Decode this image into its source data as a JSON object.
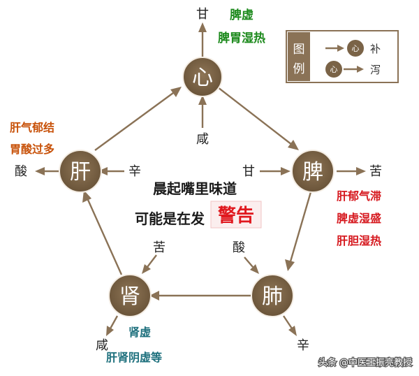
{
  "organs": {
    "heart": "心",
    "spleen": "脾",
    "lung": "肺",
    "kidney": "肾",
    "liver": "肝"
  },
  "flavors": {
    "heart_out": "甘",
    "heart_in": "咸",
    "spleen_in": "甘",
    "spleen_out": "苦",
    "lung_in": "酸",
    "lung_out": "辛",
    "kidney_in": "苦",
    "kidney_out": "咸",
    "liver_in": "辛",
    "liver_out": "酸"
  },
  "notes": {
    "heart": [
      "脾虚",
      "脾胃湿热"
    ],
    "liver": [
      "肝气郁结",
      "胃酸过多"
    ],
    "spleen": [
      "肝郁气滞",
      "脾虚湿盛",
      "肝胆湿热"
    ],
    "kidney": [
      "肾虚",
      "肝肾阴虚等"
    ]
  },
  "center": {
    "line1": "晨起嘴里味道",
    "line2": "可能是在发",
    "warning": "警告"
  },
  "legend": {
    "title_1": "图",
    "title_2": "例",
    "tonify_icon": "心",
    "tonify_label": "补",
    "drain_icon": "心",
    "drain_label": "泻"
  },
  "watermark": "头条 @中医王振亮教授",
  "colors": {
    "organ": "#7a6347",
    "arrow": "#8a7256",
    "note_green": "#1d8a1d",
    "note_orange": "#c8520a",
    "note_red": "#d6191f",
    "note_teal": "#1c6f7c",
    "warning": "#e0181e"
  }
}
